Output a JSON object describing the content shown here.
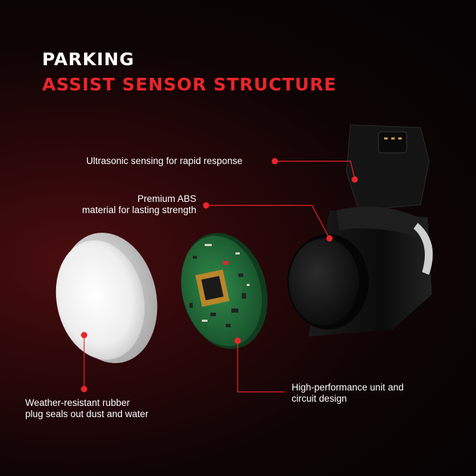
{
  "title": {
    "line1": "PARKING",
    "line2": "ASSIST SENSOR STRUCTURE"
  },
  "callouts": {
    "ultrasonic": "Ultrasonic sensing for rapid response",
    "abs_line1": "Premium ABS",
    "abs_line2": "material for lasting strength",
    "unit_line1": "High-performance unit and",
    "unit_line2": "circuit design",
    "rubber_line1": "Weather-resistant rubber",
    "rubber_line2": "plug seals out dust and water"
  },
  "colors": {
    "accent": "#e8262b",
    "text": "#ffffff",
    "background": "#0d0405"
  }
}
